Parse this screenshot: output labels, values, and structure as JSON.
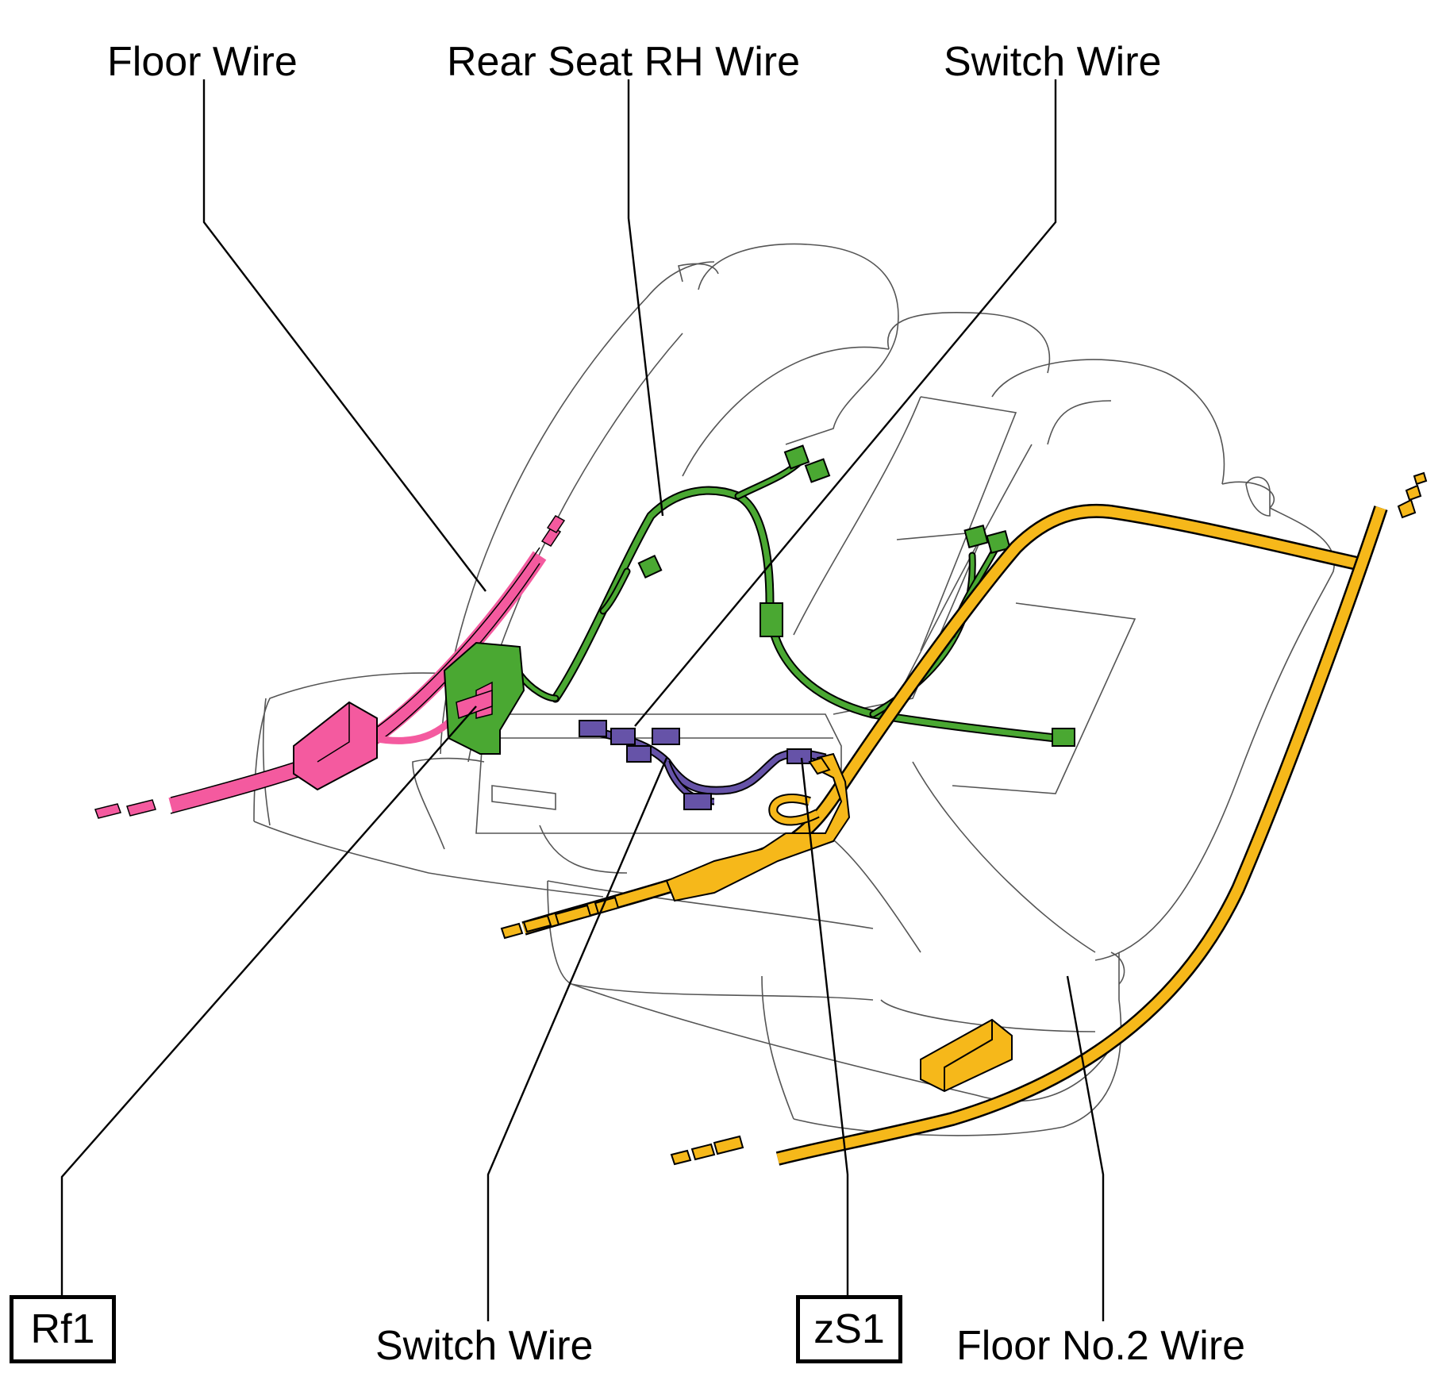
{
  "colors": {
    "floor_wire": "#f45a9f",
    "rear_seat_rh_wire": "#4aa832",
    "switch_wire": "#6653a8",
    "floor_no2_wire": "#f6b81a",
    "outline": "#555555"
  },
  "labels": {
    "floor_wire": "Floor Wire",
    "rear_seat_rh_wire": "Rear Seat RH Wire",
    "switch_wire_top": "Switch Wire",
    "switch_wire_bottom": "Switch Wire",
    "floor_no2_wire": "Floor No.2 Wire"
  },
  "connectors": {
    "rf1": "Rf1",
    "zs1": "zS1"
  }
}
